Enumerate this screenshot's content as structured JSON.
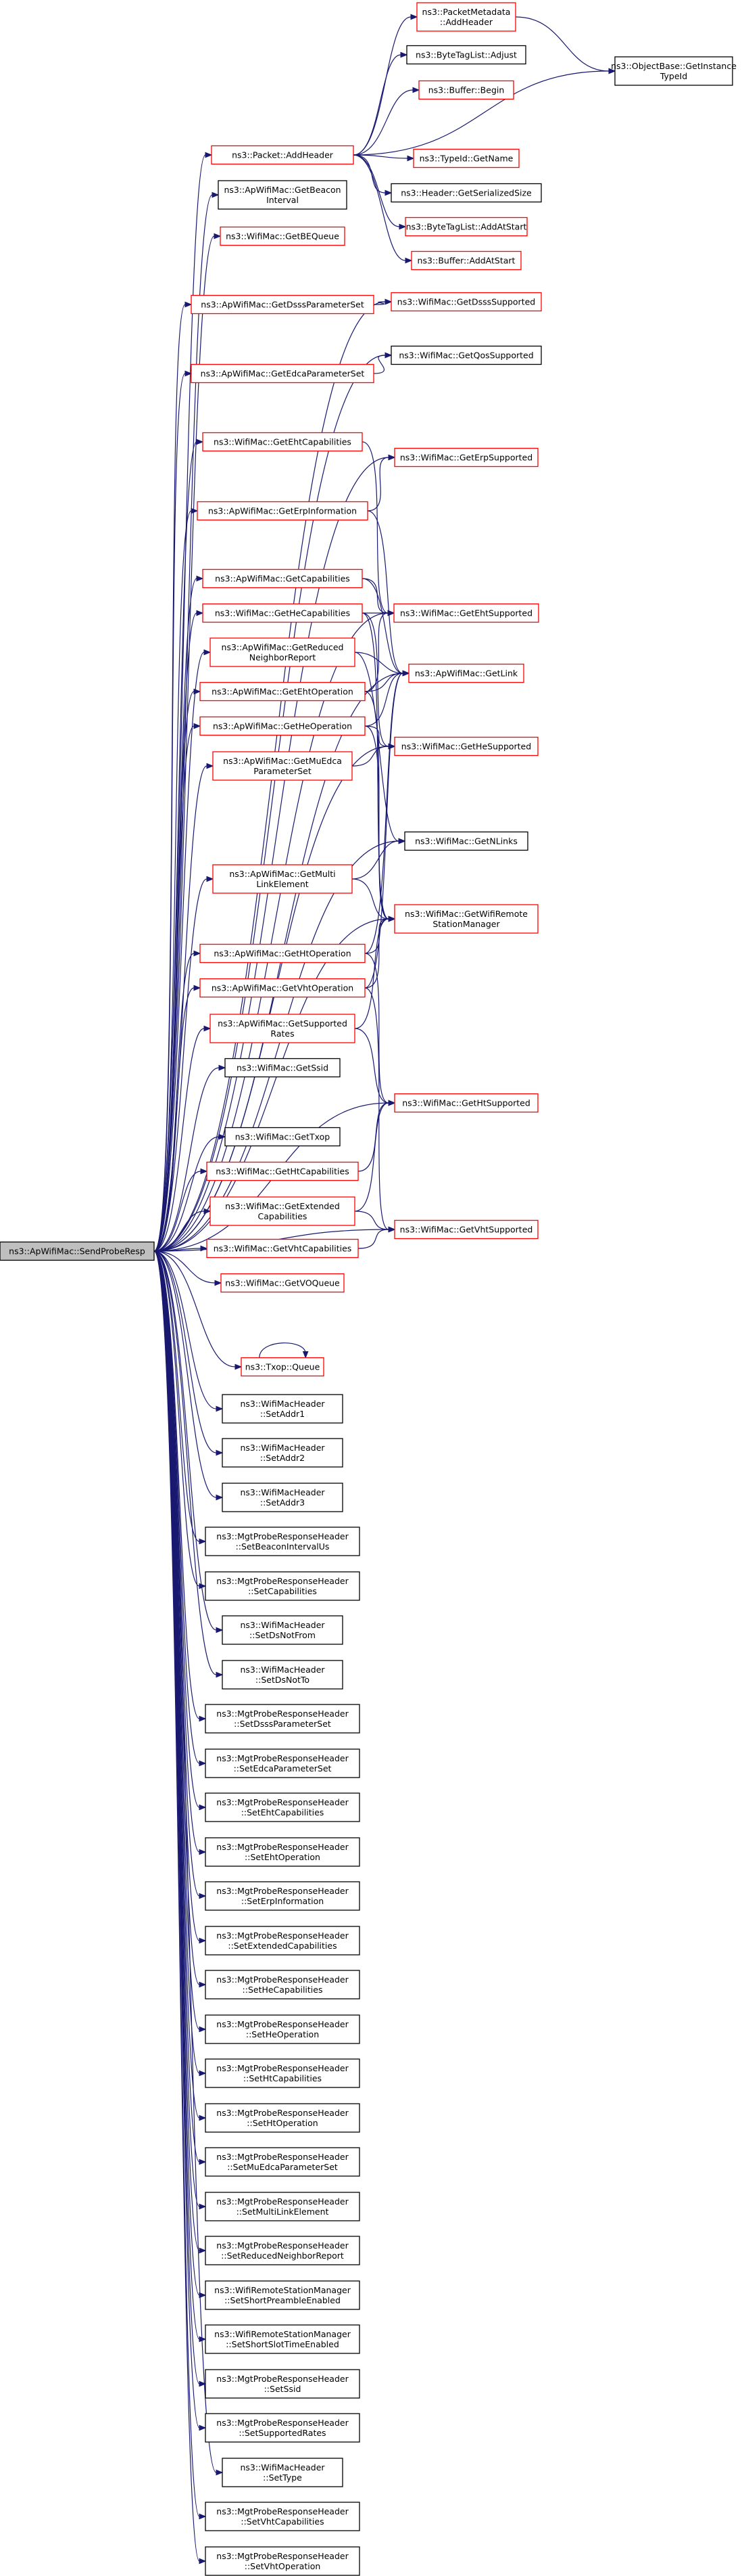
{
  "diagram": {
    "kind": "call-graph",
    "colors": {
      "edge": "#191970",
      "linked_border": "#ff0000",
      "plain_border": "#000000",
      "root_fill": "#bfbfbf"
    },
    "nodes": [
      {
        "id": "root",
        "lines": [
          "ns3::ApWifiMac::SendProbeResp"
        ],
        "style": "root"
      },
      {
        "id": "addheader",
        "lines": [
          "ns3::Packet::AddHeader"
        ],
        "style": "red"
      },
      {
        "id": "pm_addheader",
        "lines": [
          "ns3::PacketMetadata",
          "::AddHeader"
        ],
        "style": "red"
      },
      {
        "id": "btl_adjust",
        "lines": [
          "ns3::ByteTagList::Adjust"
        ],
        "style": "black"
      },
      {
        "id": "buf_begin",
        "lines": [
          "ns3::Buffer::Begin"
        ],
        "style": "red"
      },
      {
        "id": "ob_gettypeid",
        "lines": [
          "ns3::ObjectBase::GetInstance",
          "TypeId"
        ],
        "style": "black"
      },
      {
        "id": "typeid_getname",
        "lines": [
          "ns3::TypeId::GetName"
        ],
        "style": "red"
      },
      {
        "id": "hdr_getsize",
        "lines": [
          "ns3::Header::GetSerializedSize"
        ],
        "style": "black"
      },
      {
        "id": "btl_addatstart",
        "lines": [
          "ns3::ByteTagList::AddAtStart"
        ],
        "style": "red"
      },
      {
        "id": "buf_addatstart",
        "lines": [
          "ns3::Buffer::AddAtStart"
        ],
        "style": "red"
      },
      {
        "id": "getbeacon",
        "lines": [
          "ns3::ApWifiMac::GetBeacon",
          "Interval"
        ],
        "style": "black"
      },
      {
        "id": "getbequeue",
        "lines": [
          "ns3::WifiMac::GetBEQueue"
        ],
        "style": "red"
      },
      {
        "id": "getdsssparam",
        "lines": [
          "ns3::ApWifiMac::GetDsssParameterSet"
        ],
        "style": "red"
      },
      {
        "id": "getdssssupp",
        "lines": [
          "ns3::WifiMac::GetDsssSupported"
        ],
        "style": "red"
      },
      {
        "id": "getqossupp",
        "lines": [
          "ns3::WifiMac::GetQosSupported"
        ],
        "style": "black"
      },
      {
        "id": "getedcaparam",
        "lines": [
          "ns3::ApWifiMac::GetEdcaParameterSet"
        ],
        "style": "red"
      },
      {
        "id": "getehtcap",
        "lines": [
          "ns3::WifiMac::GetEhtCapabilities"
        ],
        "style": "red"
      },
      {
        "id": "geterpsupp",
        "lines": [
          "ns3::WifiMac::GetErpSupported"
        ],
        "style": "red"
      },
      {
        "id": "geterpinfo",
        "lines": [
          "ns3::ApWifiMac::GetErpInformation"
        ],
        "style": "red"
      },
      {
        "id": "getcap",
        "lines": [
          "ns3::ApWifiMac::GetCapabilities"
        ],
        "style": "red"
      },
      {
        "id": "getehtsupp",
        "lines": [
          "ns3::WifiMac::GetEhtSupported"
        ],
        "style": "red"
      },
      {
        "id": "gethecap",
        "lines": [
          "ns3::WifiMac::GetHeCapabilities"
        ],
        "style": "red"
      },
      {
        "id": "getreduced",
        "lines": [
          "ns3::ApWifiMac::GetReduced",
          "NeighborReport"
        ],
        "style": "red"
      },
      {
        "id": "getlink",
        "lines": [
          "ns3::ApWifiMac::GetLink"
        ],
        "style": "red"
      },
      {
        "id": "getehtop",
        "lines": [
          "ns3::ApWifiMac::GetEhtOperation"
        ],
        "style": "red"
      },
      {
        "id": "getheop",
        "lines": [
          "ns3::ApWifiMac::GetHeOperation"
        ],
        "style": "red"
      },
      {
        "id": "gethesupp",
        "lines": [
          "ns3::WifiMac::GetHeSupported"
        ],
        "style": "red"
      },
      {
        "id": "getmuedca",
        "lines": [
          "ns3::ApWifiMac::GetMuEdca",
          "ParameterSet"
        ],
        "style": "red"
      },
      {
        "id": "getnlinks",
        "lines": [
          "ns3::WifiMac::GetNLinks"
        ],
        "style": "black"
      },
      {
        "id": "getmultilink",
        "lines": [
          "ns3::ApWifiMac::GetMulti",
          "LinkElement"
        ],
        "style": "red"
      },
      {
        "id": "getremote",
        "lines": [
          "ns3::WifiMac::GetWifiRemote",
          "StationManager"
        ],
        "style": "red"
      },
      {
        "id": "gethtop",
        "lines": [
          "ns3::ApWifiMac::GetHtOperation"
        ],
        "style": "red"
      },
      {
        "id": "getvhtop",
        "lines": [
          "ns3::ApWifiMac::GetVhtOperation"
        ],
        "style": "red"
      },
      {
        "id": "getsupprates",
        "lines": [
          "ns3::ApWifiMac::GetSupported",
          "Rates"
        ],
        "style": "red"
      },
      {
        "id": "getssid",
        "lines": [
          "ns3::WifiMac::GetSsid"
        ],
        "style": "black"
      },
      {
        "id": "gethtsupp",
        "lines": [
          "ns3::WifiMac::GetHtSupported"
        ],
        "style": "red"
      },
      {
        "id": "gettxop",
        "lines": [
          "ns3::WifiMac::GetTxop"
        ],
        "style": "black"
      },
      {
        "id": "gethtcap",
        "lines": [
          "ns3::WifiMac::GetHtCapabilities"
        ],
        "style": "red"
      },
      {
        "id": "getextcap",
        "lines": [
          "ns3::WifiMac::GetExtended",
          "Capabilities"
        ],
        "style": "red"
      },
      {
        "id": "getvhtsupp",
        "lines": [
          "ns3::WifiMac::GetVhtSupported"
        ],
        "style": "red"
      },
      {
        "id": "getvhtcap",
        "lines": [
          "ns3::WifiMac::GetVhtCapabilities"
        ],
        "style": "red"
      },
      {
        "id": "getvoqueue",
        "lines": [
          "ns3::WifiMac::GetVOQueue"
        ],
        "style": "red"
      },
      {
        "id": "txopqueue",
        "lines": [
          "ns3::Txop::Queue"
        ],
        "style": "red"
      },
      {
        "id": "setaddr1",
        "lines": [
          "ns3::WifiMacHeader",
          "::SetAddr1"
        ],
        "style": "black"
      },
      {
        "id": "setaddr2",
        "lines": [
          "ns3::WifiMacHeader",
          "::SetAddr2"
        ],
        "style": "black"
      },
      {
        "id": "setaddr3",
        "lines": [
          "ns3::WifiMacHeader",
          "::SetAddr3"
        ],
        "style": "black"
      },
      {
        "id": "setbeaconint",
        "lines": [
          "ns3::MgtProbeResponseHeader",
          "::SetBeaconIntervalUs"
        ],
        "style": "black"
      },
      {
        "id": "setcap",
        "lines": [
          "ns3::MgtProbeResponseHeader",
          "::SetCapabilities"
        ],
        "style": "black"
      },
      {
        "id": "setdsnotfrom",
        "lines": [
          "ns3::WifiMacHeader",
          "::SetDsNotFrom"
        ],
        "style": "black"
      },
      {
        "id": "setdsnotto",
        "lines": [
          "ns3::WifiMacHeader",
          "::SetDsNotTo"
        ],
        "style": "black"
      },
      {
        "id": "setdsss",
        "lines": [
          "ns3::MgtProbeResponseHeader",
          "::SetDsssParameterSet"
        ],
        "style": "black"
      },
      {
        "id": "setedca",
        "lines": [
          "ns3::MgtProbeResponseHeader",
          "::SetEdcaParameterSet"
        ],
        "style": "black"
      },
      {
        "id": "setehtcap",
        "lines": [
          "ns3::MgtProbeResponseHeader",
          "::SetEhtCapabilities"
        ],
        "style": "black"
      },
      {
        "id": "setehtop",
        "lines": [
          "ns3::MgtProbeResponseHeader",
          "::SetEhtOperation"
        ],
        "style": "black"
      },
      {
        "id": "seterp",
        "lines": [
          "ns3::MgtProbeResponseHeader",
          "::SetErpInformation"
        ],
        "style": "black"
      },
      {
        "id": "setextcap",
        "lines": [
          "ns3::MgtProbeResponseHeader",
          "::SetExtendedCapabilities"
        ],
        "style": "black"
      },
      {
        "id": "sethecap",
        "lines": [
          "ns3::MgtProbeResponseHeader",
          "::SetHeCapabilities"
        ],
        "style": "black"
      },
      {
        "id": "setheop",
        "lines": [
          "ns3::MgtProbeResponseHeader",
          "::SetHeOperation"
        ],
        "style": "black"
      },
      {
        "id": "sethtcap",
        "lines": [
          "ns3::MgtProbeResponseHeader",
          "::SetHtCapabilities"
        ],
        "style": "black"
      },
      {
        "id": "sethtop",
        "lines": [
          "ns3::MgtProbeResponseHeader",
          "::SetHtOperation"
        ],
        "style": "black"
      },
      {
        "id": "setmuedca",
        "lines": [
          "ns3::MgtProbeResponseHeader",
          "::SetMuEdcaParameterSet"
        ],
        "style": "black"
      },
      {
        "id": "setmultilink",
        "lines": [
          "ns3::MgtProbeResponseHeader",
          "::SetMultiLinkElement"
        ],
        "style": "black"
      },
      {
        "id": "setreduced",
        "lines": [
          "ns3::MgtProbeResponseHeader",
          "::SetReducedNeighborReport"
        ],
        "style": "black"
      },
      {
        "id": "setshortpre",
        "lines": [
          "ns3::WifiRemoteStationManager",
          "::SetShortPreambleEnabled"
        ],
        "style": "black"
      },
      {
        "id": "setshortslot",
        "lines": [
          "ns3::WifiRemoteStationManager",
          "::SetShortSlotTimeEnabled"
        ],
        "style": "black"
      },
      {
        "id": "setssid",
        "lines": [
          "ns3::MgtProbeResponseHeader",
          "::SetSsid"
        ],
        "style": "black"
      },
      {
        "id": "setsupprates",
        "lines": [
          "ns3::MgtProbeResponseHeader",
          "::SetSupportedRates"
        ],
        "style": "black"
      },
      {
        "id": "settype",
        "lines": [
          "ns3::WifiMacHeader",
          "::SetType"
        ],
        "style": "black"
      },
      {
        "id": "setvhtcap",
        "lines": [
          "ns3::MgtProbeResponseHeader",
          "::SetVhtCapabilities"
        ],
        "style": "black"
      },
      {
        "id": "setvhtop",
        "lines": [
          "ns3::MgtProbeResponseHeader",
          "::SetVhtOperation"
        ],
        "style": "black"
      }
    ],
    "edges": [
      [
        "root",
        "addheader"
      ],
      [
        "root",
        "getbeacon"
      ],
      [
        "root",
        "getbequeue"
      ],
      [
        "root",
        "getdsssparam"
      ],
      [
        "root",
        "getdssssupp"
      ],
      [
        "root",
        "getqossupp"
      ],
      [
        "root",
        "getedcaparam"
      ],
      [
        "root",
        "getehtcap"
      ],
      [
        "root",
        "geterpsupp"
      ],
      [
        "root",
        "geterpinfo"
      ],
      [
        "root",
        "getcap"
      ],
      [
        "root",
        "getehtsupp"
      ],
      [
        "root",
        "gethecap"
      ],
      [
        "root",
        "getreduced"
      ],
      [
        "root",
        "getlink"
      ],
      [
        "root",
        "getehtop"
      ],
      [
        "root",
        "getheop"
      ],
      [
        "root",
        "gethesupp"
      ],
      [
        "root",
        "getmuedca"
      ],
      [
        "root",
        "getnlinks"
      ],
      [
        "root",
        "getmultilink"
      ],
      [
        "root",
        "getremote"
      ],
      [
        "root",
        "gethtop"
      ],
      [
        "root",
        "getvhtop"
      ],
      [
        "root",
        "getsupprates"
      ],
      [
        "root",
        "getssid"
      ],
      [
        "root",
        "gethtsupp"
      ],
      [
        "root",
        "gettxop"
      ],
      [
        "root",
        "gethtcap"
      ],
      [
        "root",
        "getextcap"
      ],
      [
        "root",
        "getvhtsupp"
      ],
      [
        "root",
        "getvhtcap"
      ],
      [
        "root",
        "getvoqueue"
      ],
      [
        "root",
        "txopqueue"
      ],
      [
        "root",
        "setaddr1"
      ],
      [
        "root",
        "setaddr2"
      ],
      [
        "root",
        "setaddr3"
      ],
      [
        "root",
        "setbeaconint"
      ],
      [
        "root",
        "setcap"
      ],
      [
        "root",
        "setdsnotfrom"
      ],
      [
        "root",
        "setdsnotto"
      ],
      [
        "root",
        "setdsss"
      ],
      [
        "root",
        "setedca"
      ],
      [
        "root",
        "setehtcap"
      ],
      [
        "root",
        "setehtop"
      ],
      [
        "root",
        "seterp"
      ],
      [
        "root",
        "setextcap"
      ],
      [
        "root",
        "sethecap"
      ],
      [
        "root",
        "setheop"
      ],
      [
        "root",
        "sethtcap"
      ],
      [
        "root",
        "sethtop"
      ],
      [
        "root",
        "setmuedca"
      ],
      [
        "root",
        "setmultilink"
      ],
      [
        "root",
        "setreduced"
      ],
      [
        "root",
        "setshortpre"
      ],
      [
        "root",
        "setshortslot"
      ],
      [
        "root",
        "setssid"
      ],
      [
        "root",
        "setsupprates"
      ],
      [
        "root",
        "settype"
      ],
      [
        "root",
        "setvhtcap"
      ],
      [
        "root",
        "setvhtop"
      ],
      [
        "addheader",
        "pm_addheader"
      ],
      [
        "addheader",
        "btl_adjust"
      ],
      [
        "addheader",
        "buf_begin"
      ],
      [
        "addheader",
        "ob_gettypeid"
      ],
      [
        "addheader",
        "typeid_getname"
      ],
      [
        "addheader",
        "hdr_getsize"
      ],
      [
        "addheader",
        "btl_addatstart"
      ],
      [
        "addheader",
        "buf_addatstart"
      ],
      [
        "pm_addheader",
        "ob_gettypeid"
      ],
      [
        "getdsssparam",
        "getdssssupp"
      ],
      [
        "getedcaparam",
        "getqossupp"
      ],
      [
        "getehtcap",
        "getehtsupp"
      ],
      [
        "geterpinfo",
        "geterpsupp"
      ],
      [
        "geterpinfo",
        "getlink"
      ],
      [
        "getcap",
        "getehtsupp"
      ],
      [
        "getcap",
        "getlink"
      ],
      [
        "gethecap",
        "getehtsupp"
      ],
      [
        "gethecap",
        "gethesupp"
      ],
      [
        "gethecap",
        "getremote"
      ],
      [
        "getreduced",
        "getlink"
      ],
      [
        "getreduced",
        "getnlinks"
      ],
      [
        "getehtop",
        "getehtsupp"
      ],
      [
        "getehtop",
        "getlink"
      ],
      [
        "getehtop",
        "getremote"
      ],
      [
        "getheop",
        "getlink"
      ],
      [
        "getheop",
        "gethesupp"
      ],
      [
        "getheop",
        "getremote"
      ],
      [
        "getmuedca",
        "gethesupp"
      ],
      [
        "getmultilink",
        "getnlinks"
      ],
      [
        "getmultilink",
        "getremote"
      ],
      [
        "gethtop",
        "getlink"
      ],
      [
        "gethtop",
        "gethtsupp"
      ],
      [
        "gethtop",
        "getremote"
      ],
      [
        "getvhtop",
        "getlink"
      ],
      [
        "getvhtop",
        "getremote"
      ],
      [
        "getvhtop",
        "getvhtsupp"
      ],
      [
        "getsupprates",
        "getremote"
      ],
      [
        "getsupprates",
        "gethtsupp"
      ],
      [
        "gethtcap",
        "gethtsupp"
      ],
      [
        "getextcap",
        "gethtsupp"
      ],
      [
        "getextcap",
        "getvhtsupp"
      ],
      [
        "getvhtcap",
        "getvhtsupp"
      ],
      [
        "txopqueue",
        "txopqueue"
      ]
    ]
  }
}
